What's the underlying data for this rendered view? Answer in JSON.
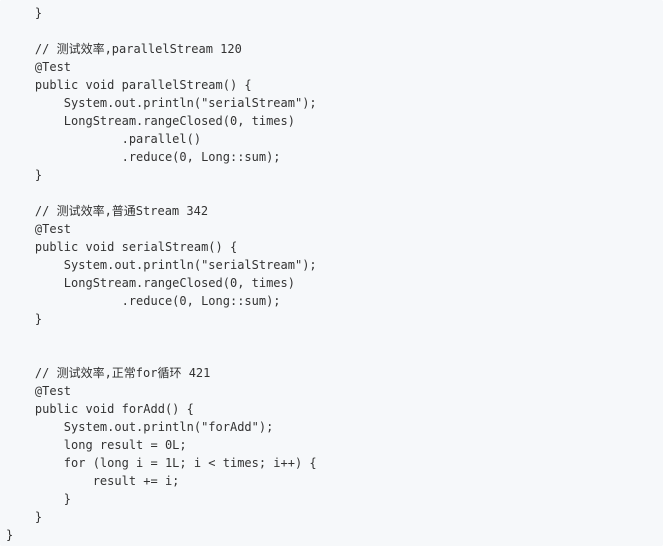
{
  "code": {
    "lines": [
      "    }",
      "",
      "    // 测试效率,parallelStream 120",
      "    @Test",
      "    public void parallelStream() {",
      "        System.out.println(\"serialStream\");",
      "        LongStream.rangeClosed(0, times)",
      "                .parallel()",
      "                .reduce(0, Long::sum);",
      "    }",
      "",
      "    // 测试效率,普通Stream 342",
      "    @Test",
      "    public void serialStream() {",
      "        System.out.println(\"serialStream\");",
      "        LongStream.rangeClosed(0, times)",
      "                .reduce(0, Long::sum);",
      "    }",
      "",
      "",
      "    // 测试效率,正常for循环 421",
      "    @Test",
      "    public void forAdd() {",
      "        System.out.println(\"forAdd\");",
      "        long result = 0L;",
      "        for (long i = 1L; i < times; i++) {",
      "            result += i;",
      "        }",
      "    }",
      "}"
    ]
  },
  "colors": {
    "background": "#f6f8fa",
    "text": "#333333"
  }
}
